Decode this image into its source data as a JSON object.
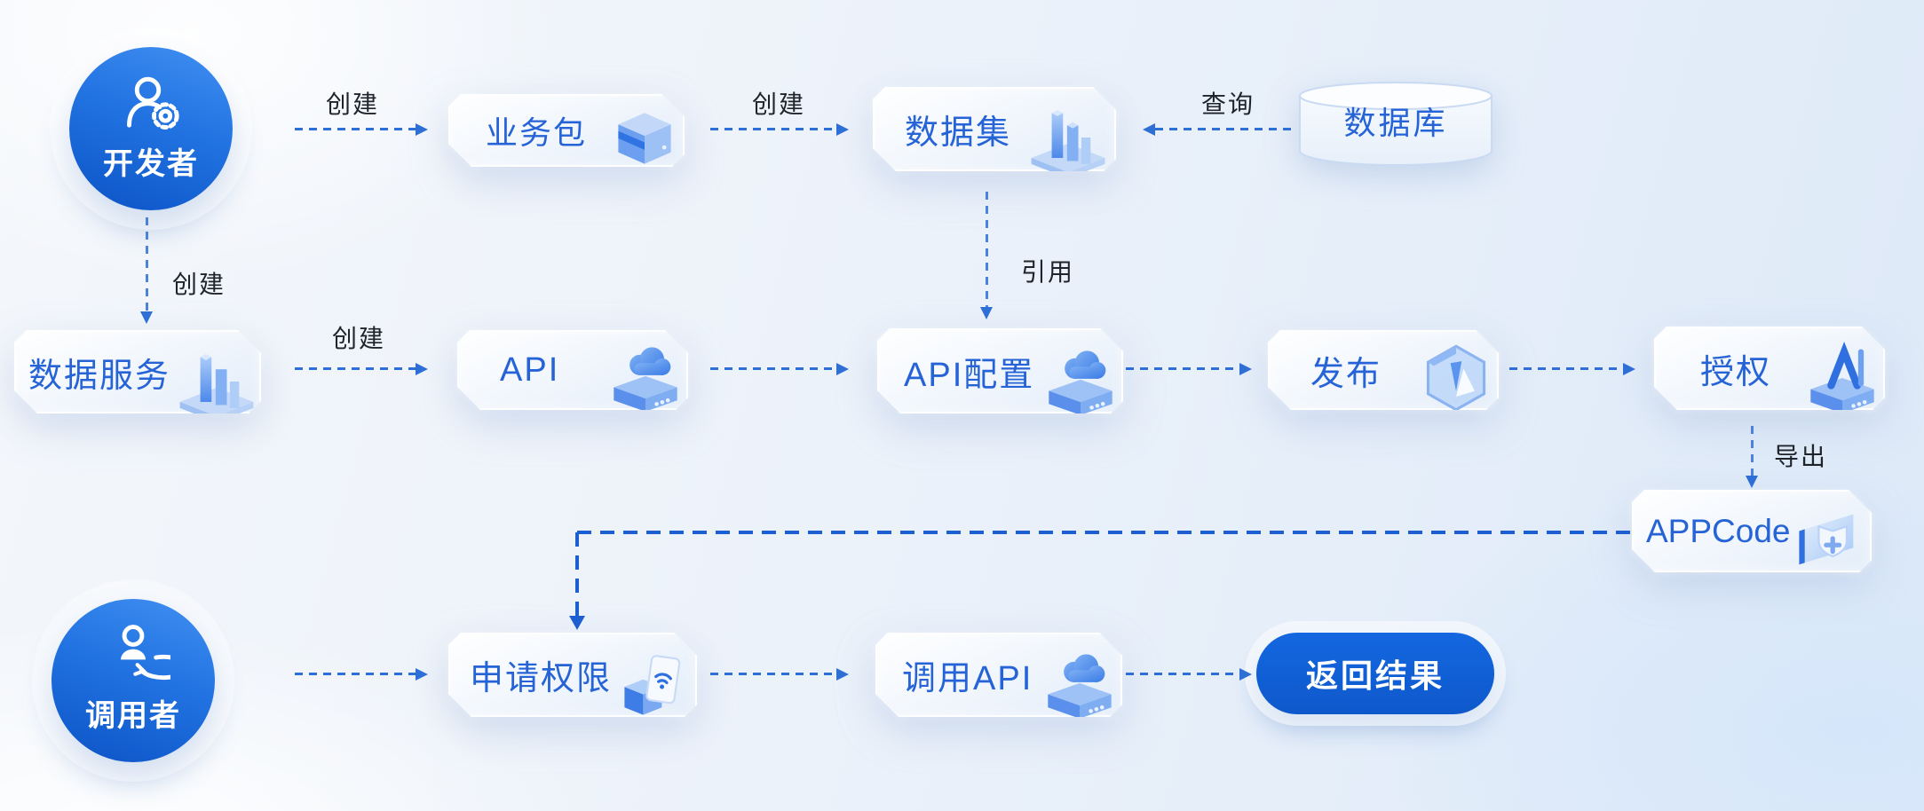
{
  "actors": {
    "developer": {
      "label": "开发者",
      "icon": "user-gear-icon"
    },
    "caller": {
      "label": "调用者",
      "icon": "user-orbit-arrow-icon"
    }
  },
  "nodes": {
    "business_package": {
      "label": "业务包",
      "icon": "package-box-3d-icon"
    },
    "dataset": {
      "label": "数据集",
      "icon": "bar-chart-3d-icon"
    },
    "database": {
      "label": "数据库",
      "icon": "database-cylinder"
    },
    "data_service": {
      "label": "数据服务",
      "icon": "bar-chart-3d-icon"
    },
    "api": {
      "label": "API",
      "icon": "cloud-server-3d-icon"
    },
    "api_config": {
      "label": "API配置",
      "icon": "cloud-server-3d-icon"
    },
    "publish": {
      "label": "发布",
      "icon": "prism-3d-icon"
    },
    "authorize": {
      "label": "授权",
      "icon": "auth-server-3d-icon"
    },
    "appcode": {
      "label": "APPCode",
      "icon": "shield-plus-3d-icon"
    },
    "apply_permission": {
      "label": "申请权限",
      "icon": "wifi-card-3d-icon"
    },
    "call_api": {
      "label": "调用API",
      "icon": "cloud-server-3d-icon"
    },
    "return_result": {
      "label": "返回结果",
      "icon": "none"
    }
  },
  "edges": [
    {
      "id": "developer-to-business-package",
      "label": "创建"
    },
    {
      "id": "business-package-to-dataset",
      "label": "创建"
    },
    {
      "id": "database-to-dataset",
      "label": "查询"
    },
    {
      "id": "developer-to-data-service",
      "label": "创建"
    },
    {
      "id": "data-service-to-api",
      "label": "创建"
    },
    {
      "id": "api-to-api-config",
      "label": ""
    },
    {
      "id": "dataset-to-api-config",
      "label": "引用"
    },
    {
      "id": "api-config-to-publish",
      "label": ""
    },
    {
      "id": "publish-to-authorize",
      "label": ""
    },
    {
      "id": "authorize-to-appcode",
      "label": "导出"
    },
    {
      "id": "appcode-to-apply-permission",
      "label": ""
    },
    {
      "id": "caller-to-apply-permission",
      "label": ""
    },
    {
      "id": "apply-permission-to-call-api",
      "label": ""
    },
    {
      "id": "call-api-to-return-result",
      "label": ""
    }
  ],
  "colors": {
    "node_text": "#2563d6",
    "edge_label_text": "#1f242b",
    "arrow": "#2e6fd6",
    "elbow_arrow": "#1d5fd0",
    "actor_gradient_start": "#4190f2",
    "actor_gradient_end": "#0b53c6",
    "result_pill_fill": "#0e58cb",
    "result_pill_text": "#ffffff",
    "background_light": "#f4f7fb",
    "background_dark": "#dde9f8"
  }
}
